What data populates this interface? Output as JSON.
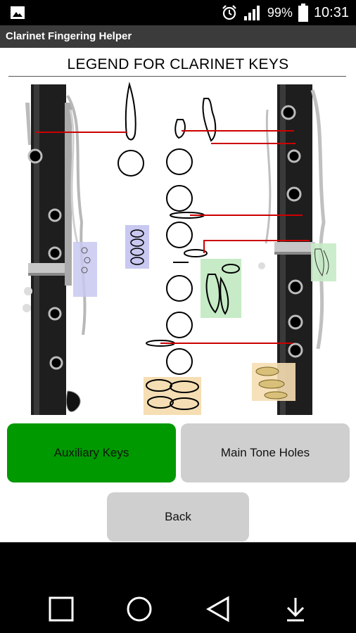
{
  "status_bar": {
    "battery_percent": "99%",
    "time": "10:31",
    "icons": [
      "image-icon",
      "alarm-icon",
      "signal-icon",
      "battery-icon"
    ]
  },
  "app": {
    "title": "Clarinet Fingering Helper"
  },
  "legend": {
    "heading": "LEGEND FOR CLARINET KEYS",
    "colors": {
      "register": "#c8c8f0",
      "side_keys": "#c6ebc6",
      "pinky_keys": "#f5deb3",
      "connector": "#cc0000"
    }
  },
  "buttons": {
    "auxiliary_keys": "Auxiliary Keys",
    "main_tone_holes": "Main Tone Holes",
    "back": "Back"
  },
  "nav_bar": {
    "icons": [
      "recents-square-icon",
      "home-circle-icon",
      "back-triangle-icon",
      "download-arrow-icon"
    ]
  }
}
